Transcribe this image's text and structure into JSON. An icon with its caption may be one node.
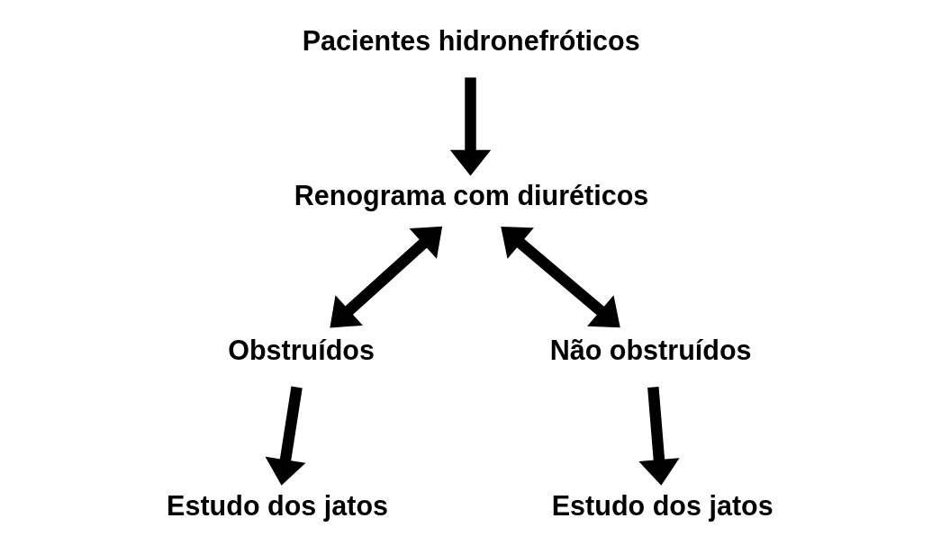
{
  "diagram": {
    "nodes": [
      {
        "text": [
          "Pacientes hidronefróticos"
        ]
      },
      {
        "text": [
          "Renograma com diuréticos"
        ]
      },
      {
        "text": [
          "Obstruídos"
        ]
      },
      {
        "text": [
          "Não obstruídos"
        ]
      },
      {
        "text": [
          "Estudo dos jatos"
        ]
      },
      {
        "text": [
          "Estudo dos jatos"
        ]
      }
    ],
    "edges": [
      {
        "from": 0,
        "to": 1,
        "arrow": "to"
      },
      {
        "from": 1,
        "to": 2,
        "arrow": "both"
      },
      {
        "from": 1,
        "to": 3,
        "arrow": "both"
      },
      {
        "from": 2,
        "to": 4,
        "arrow": "to"
      },
      {
        "from": 3,
        "to": 5,
        "arrow": "to"
      }
    ]
  }
}
